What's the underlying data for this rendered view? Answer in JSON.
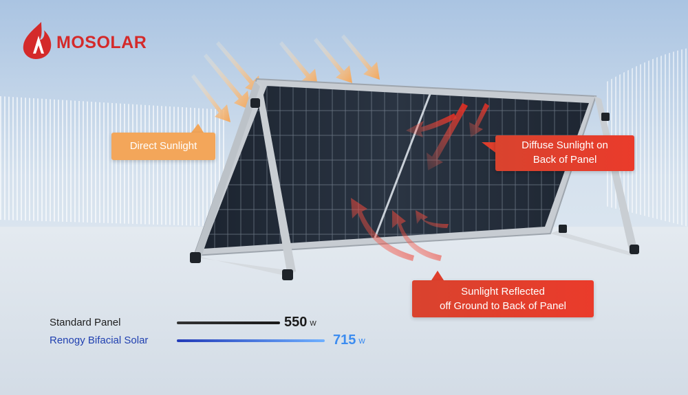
{
  "logo": {
    "text": "MOSOLAR",
    "brand_color": "#d42a2a"
  },
  "callouts": {
    "direct": "Direct Sunlight",
    "diffuse_line1": "Diffuse Sunlight on",
    "diffuse_line2": "Back of Panel",
    "reflected_line1": "Sunlight Reflected",
    "reflected_line2": "off Ground to Back of Panel"
  },
  "comparison": {
    "standard": {
      "label": "Standard Panel",
      "value": "550",
      "unit": "w"
    },
    "bifacial": {
      "label": "Renogy Bifacial Solar",
      "value": "715",
      "unit": "w"
    }
  },
  "colors": {
    "direct": "#f3a65a",
    "red": "#e53a2b",
    "blue": "#3c8cf0"
  }
}
